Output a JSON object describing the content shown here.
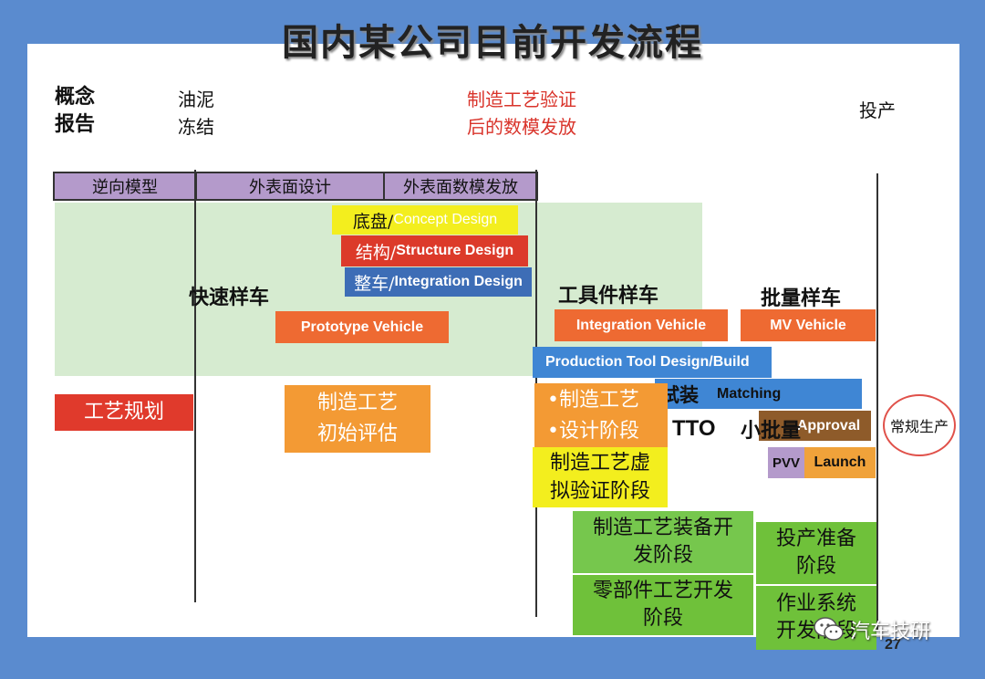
{
  "title": "国内某公司目前开发流程",
  "milestones": {
    "concept": [
      "概念",
      "报告"
    ],
    "clay": [
      "油泥",
      "冻结"
    ],
    "mfg_data": [
      "制造工艺验证",
      "后的数模发放"
    ],
    "production": "投产"
  },
  "phases": [
    "逆向模型",
    "外表面设计",
    "外表面数模发放"
  ],
  "design_tracks": {
    "chassis": {
      "cn": "底盘/",
      "en": "Concept Design"
    },
    "structure": {
      "cn": "结构/",
      "en": "Structure Design"
    },
    "integration": {
      "cn": "整车/",
      "en": "Integration Design"
    }
  },
  "vehicle_stages": {
    "fast_proto": "快速样车",
    "tooling_car": "工具件样车",
    "batch_car": "批量样车",
    "prototype_vehicle": "Prototype Vehicle",
    "integration_vehicle": "Integration Vehicle",
    "mv_vehicle": "MV  Vehicle",
    "production_tool": "Production Tool Design/Build",
    "trial_assembly": "试装",
    "matching": "Matching",
    "tto": "TTO",
    "small_batch": "小批量",
    "approval": "Approval",
    "pvv": "PVV",
    "launch": "Launch",
    "regular_production": "常规生产"
  },
  "process": {
    "planning": "工艺规划",
    "initial_eval": [
      "制造工艺",
      "初始评估"
    ],
    "mfg_design": [
      "•制造工艺",
      "•设计阶段"
    ],
    "virtual_verify": [
      "制造工艺虚",
      "拟验证阶段"
    ],
    "equipment_dev": [
      "制造工艺装备开",
      "发阶段"
    ],
    "parts_dev": [
      "零部件工艺开发",
      "阶段"
    ],
    "production_prep": [
      "投产准备",
      "阶段"
    ],
    "work_system": [
      "作业系统",
      "开发阶段"
    ]
  },
  "footer": {
    "watermark": "汽车技研",
    "page_number": "27"
  },
  "colors": {
    "background": "#5a8bcf",
    "green_zone": "#d6ebd0",
    "orange": "#ee6a32",
    "red": "#e03a2c",
    "blue": "#3c6fb8",
    "yellow": "#f3ee1e",
    "purple": "#b49acb",
    "green": "#6fc13a"
  }
}
